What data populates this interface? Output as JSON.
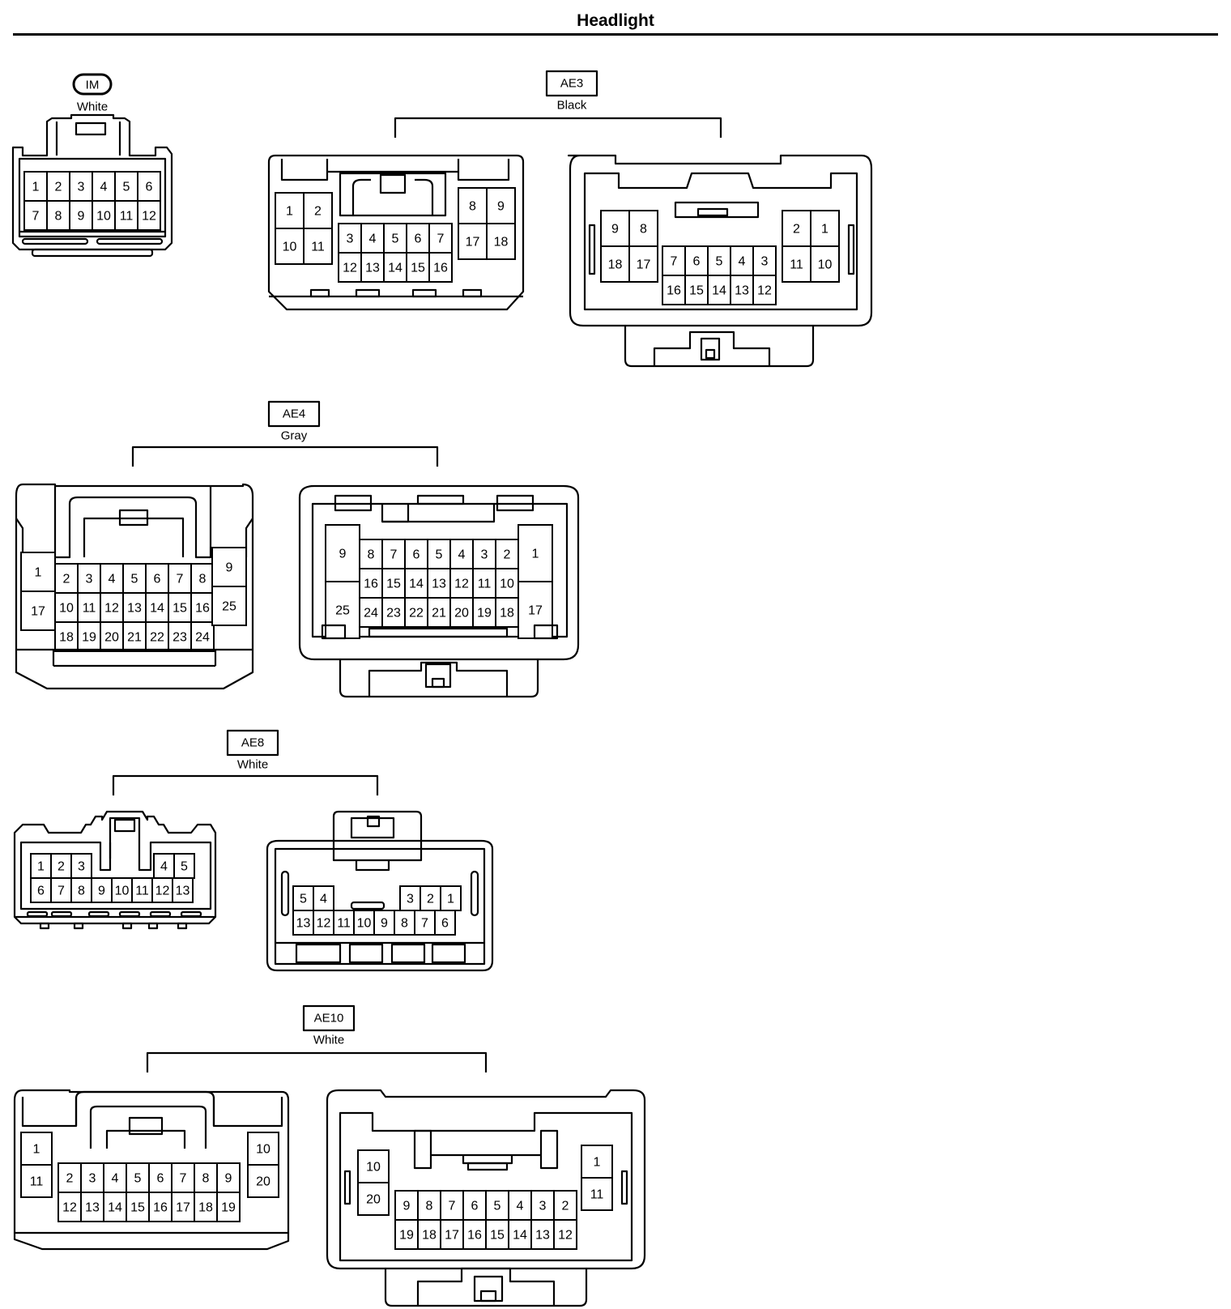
{
  "title": "Headlight",
  "connectors": [
    {
      "id": "IM",
      "color": "White",
      "tag_shape": "rounded",
      "views": [
        {
          "rows": [
            [
              "1",
              "2",
              "3",
              "4",
              "5",
              "6"
            ],
            [
              "7",
              "8",
              "9",
              "10",
              "11",
              "12"
            ]
          ]
        }
      ]
    },
    {
      "id": "AE3",
      "color": "Black",
      "tag_shape": "box",
      "views": [
        {
          "left": [
            [
              "1",
              "2"
            ],
            [
              "10",
              "11"
            ]
          ],
          "center": [
            [
              "3",
              "4",
              "5",
              "6",
              "7"
            ],
            [
              "12",
              "13",
              "14",
              "15",
              "16"
            ]
          ],
          "right": [
            [
              "8",
              "9"
            ],
            [
              "17",
              "18"
            ]
          ]
        },
        {
          "left": [
            [
              "9",
              "8"
            ],
            [
              "18",
              "17"
            ]
          ],
          "center": [
            [
              "7",
              "6",
              "5",
              "4",
              "3"
            ],
            [
              "16",
              "15",
              "14",
              "13",
              "12"
            ]
          ],
          "right": [
            [
              "2",
              "1"
            ],
            [
              "11",
              "10"
            ]
          ]
        }
      ]
    },
    {
      "id": "AE4",
      "color": "Gray",
      "tag_shape": "box",
      "views": [
        {
          "left": [
            "1",
            "17"
          ],
          "center": [
            [
              "2",
              "3",
              "4",
              "5",
              "6",
              "7",
              "8"
            ],
            [
              "10",
              "11",
              "12",
              "13",
              "14",
              "15",
              "16"
            ],
            [
              "18",
              "19",
              "20",
              "21",
              "22",
              "23",
              "24"
            ]
          ],
          "right": [
            "9",
            "25"
          ]
        },
        {
          "left": [
            "9",
            "25"
          ],
          "center": [
            [
              "8",
              "7",
              "6",
              "5",
              "4",
              "3",
              "2"
            ],
            [
              "16",
              "15",
              "14",
              "13",
              "12",
              "11",
              "10"
            ],
            [
              "24",
              "23",
              "22",
              "21",
              "20",
              "19",
              "18"
            ]
          ],
          "right": [
            "1",
            "17"
          ]
        }
      ]
    },
    {
      "id": "AE8",
      "color": "White",
      "tag_shape": "box",
      "views": [
        {
          "top_left": [
            "1",
            "2",
            "3"
          ],
          "top_right": [
            "4",
            "5"
          ],
          "bottom": [
            "6",
            "7",
            "8",
            "9",
            "10",
            "11",
            "12",
            "13"
          ]
        },
        {
          "top_left": [
            "5",
            "4"
          ],
          "top_right": [
            "3",
            "2",
            "1"
          ],
          "bottom": [
            "13",
            "12",
            "11",
            "10",
            "9",
            "8",
            "7",
            "6"
          ]
        }
      ]
    },
    {
      "id": "AE10",
      "color": "White",
      "tag_shape": "box",
      "views": [
        {
          "left": [
            "1",
            "11"
          ],
          "center": [
            [
              "2",
              "3",
              "4",
              "5",
              "6",
              "7",
              "8",
              "9"
            ],
            [
              "12",
              "13",
              "14",
              "15",
              "16",
              "17",
              "18",
              "19"
            ]
          ],
          "right": [
            "10",
            "20"
          ]
        },
        {
          "left": [
            "10",
            "20"
          ],
          "center": [
            [
              "9",
              "8",
              "7",
              "6",
              "5",
              "4",
              "3",
              "2"
            ],
            [
              "19",
              "18",
              "17",
              "16",
              "15",
              "14",
              "13",
              "12"
            ]
          ],
          "right": [
            "1",
            "11"
          ]
        }
      ]
    }
  ]
}
